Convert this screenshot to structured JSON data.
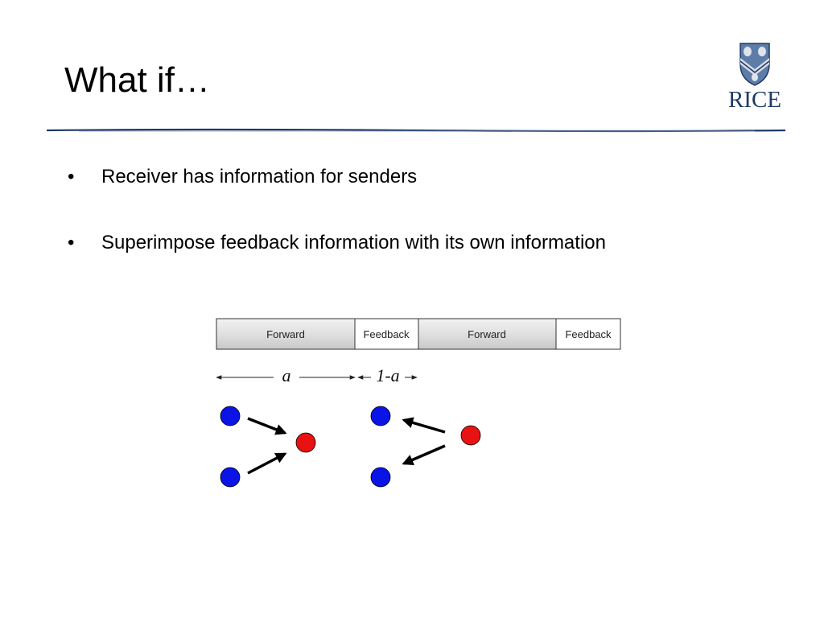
{
  "slide": {
    "title": "What if…",
    "logo_text": "RICE",
    "bullets": [
      "Receiver has information for senders",
      "Superimpose feedback information with its own information"
    ],
    "bullet_symbol": "•"
  },
  "diagram": {
    "frame_segments": [
      "Forward",
      "Feedback",
      "Forward",
      "Feedback"
    ],
    "label_a": "a",
    "label_1_minus_a": "1-a",
    "colors": {
      "sender": "#0a14e6",
      "receiver": "#e81212",
      "logo_blue": "#1f3a68"
    }
  }
}
